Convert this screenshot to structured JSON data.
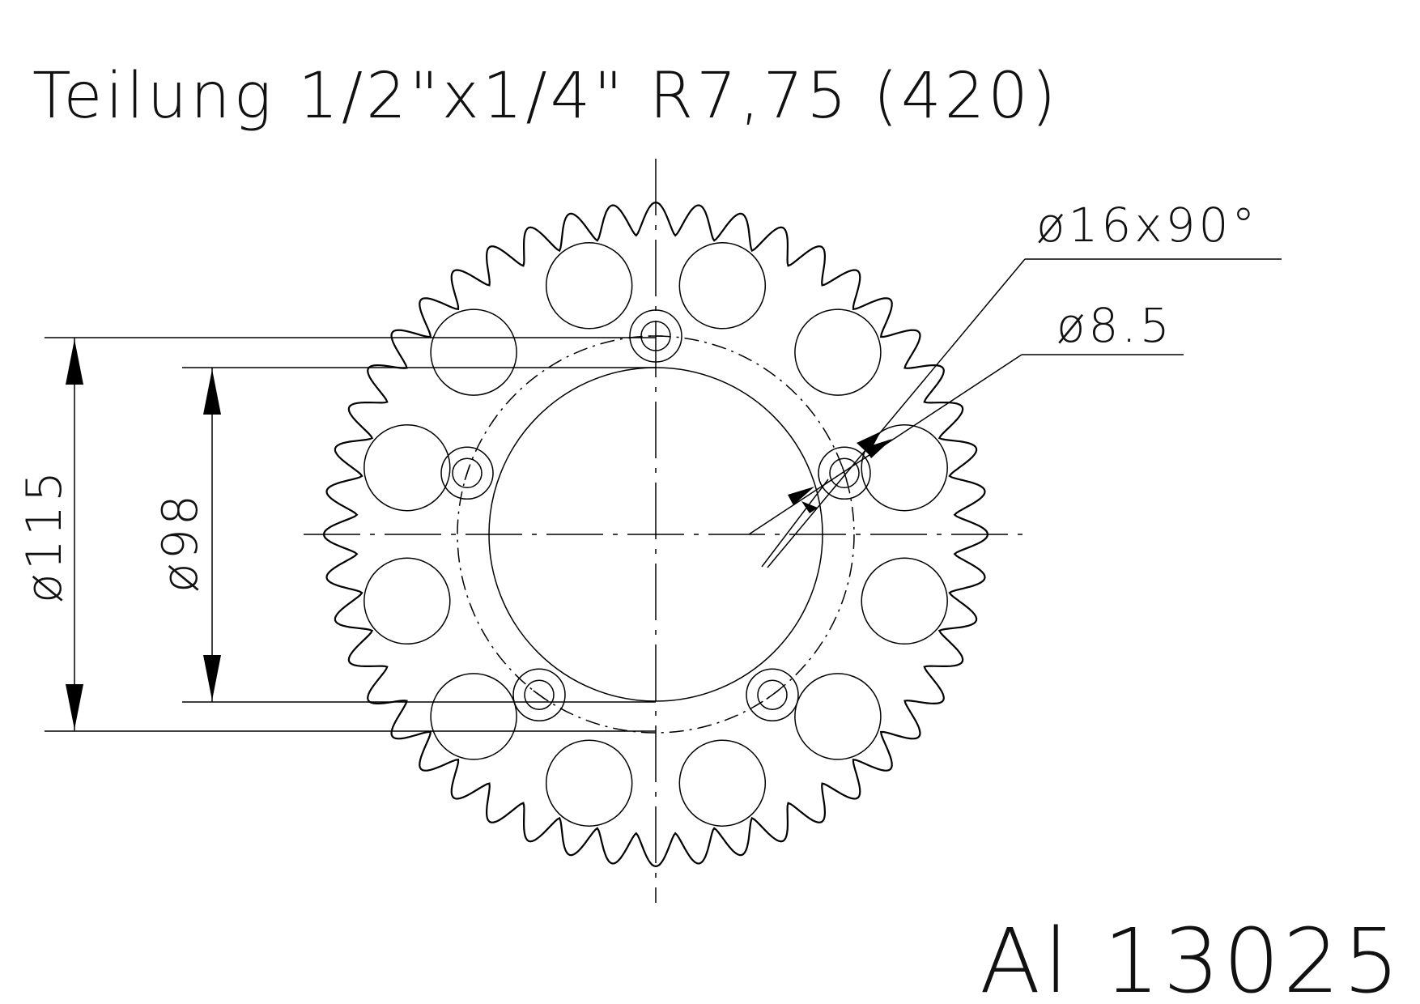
{
  "drawing": {
    "title": "Teilung 1/2\"x1/4\" R7,75 (420)",
    "part_number": "Al 13025",
    "dimensions": {
      "outer_bolt_circle": "ø115",
      "center_bore": "ø98",
      "countersink": "ø16x90°",
      "bolt_hole": "ø8.5"
    }
  },
  "sprocket": {
    "teeth": 48,
    "bolt_holes": 5,
    "lightening_holes": 12
  },
  "colors": {
    "line": "#000000",
    "background": "#ffffff"
  }
}
